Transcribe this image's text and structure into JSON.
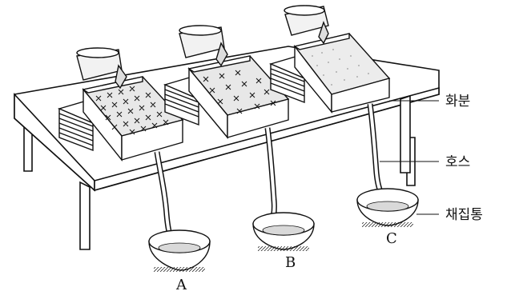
{
  "labels": {
    "pot": "화분",
    "hose": "호스",
    "collector": "채집통"
  },
  "setups": [
    {
      "id": "A",
      "surface": "dense-plants"
    },
    {
      "id": "B",
      "surface": "sparse-plants"
    },
    {
      "id": "C",
      "surface": "bare-soil"
    }
  ],
  "colors": {
    "ink": "#111111",
    "table_top": "#ffffff",
    "soil": "#e8e8e8",
    "water": "#d9d9d9"
  }
}
